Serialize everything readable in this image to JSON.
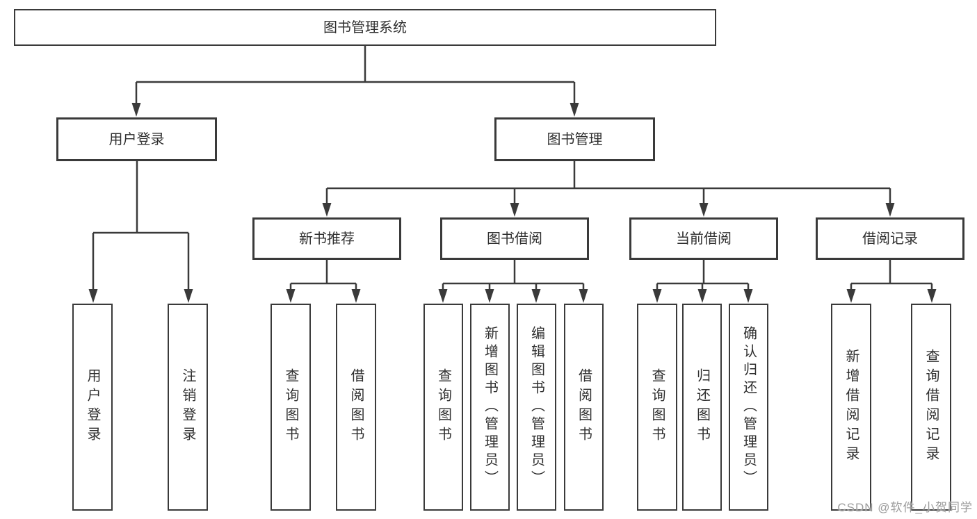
{
  "diagram": {
    "root": "图书管理系统",
    "level2": {
      "user_login": "用户登录",
      "book_management": "图书管理"
    },
    "level3": {
      "new_book_recommend": "新书推荐",
      "book_borrow": "图书借阅",
      "current_borrow": "当前借阅",
      "borrow_record": "借阅记录"
    },
    "leaves": {
      "user_login": [
        "用户登录",
        "注销登录"
      ],
      "new_book_recommend": [
        "查询图书",
        "借阅图书"
      ],
      "book_borrow": [
        "查询图书",
        "新增图书（管理员）",
        "编辑图书（管理员）",
        "借阅图书"
      ],
      "current_borrow": [
        "查询图书",
        "归还图书",
        "确认归还（管理员）"
      ],
      "borrow_record": [
        "新增借阅记录",
        "查询借阅记录"
      ]
    },
    "watermark": "CSDN @软件_小贺同学",
    "colors": {
      "line": "#3a3a3a",
      "text": "#2f2f2f",
      "watermark": "#9c9c9c",
      "background": "#ffffff"
    }
  }
}
